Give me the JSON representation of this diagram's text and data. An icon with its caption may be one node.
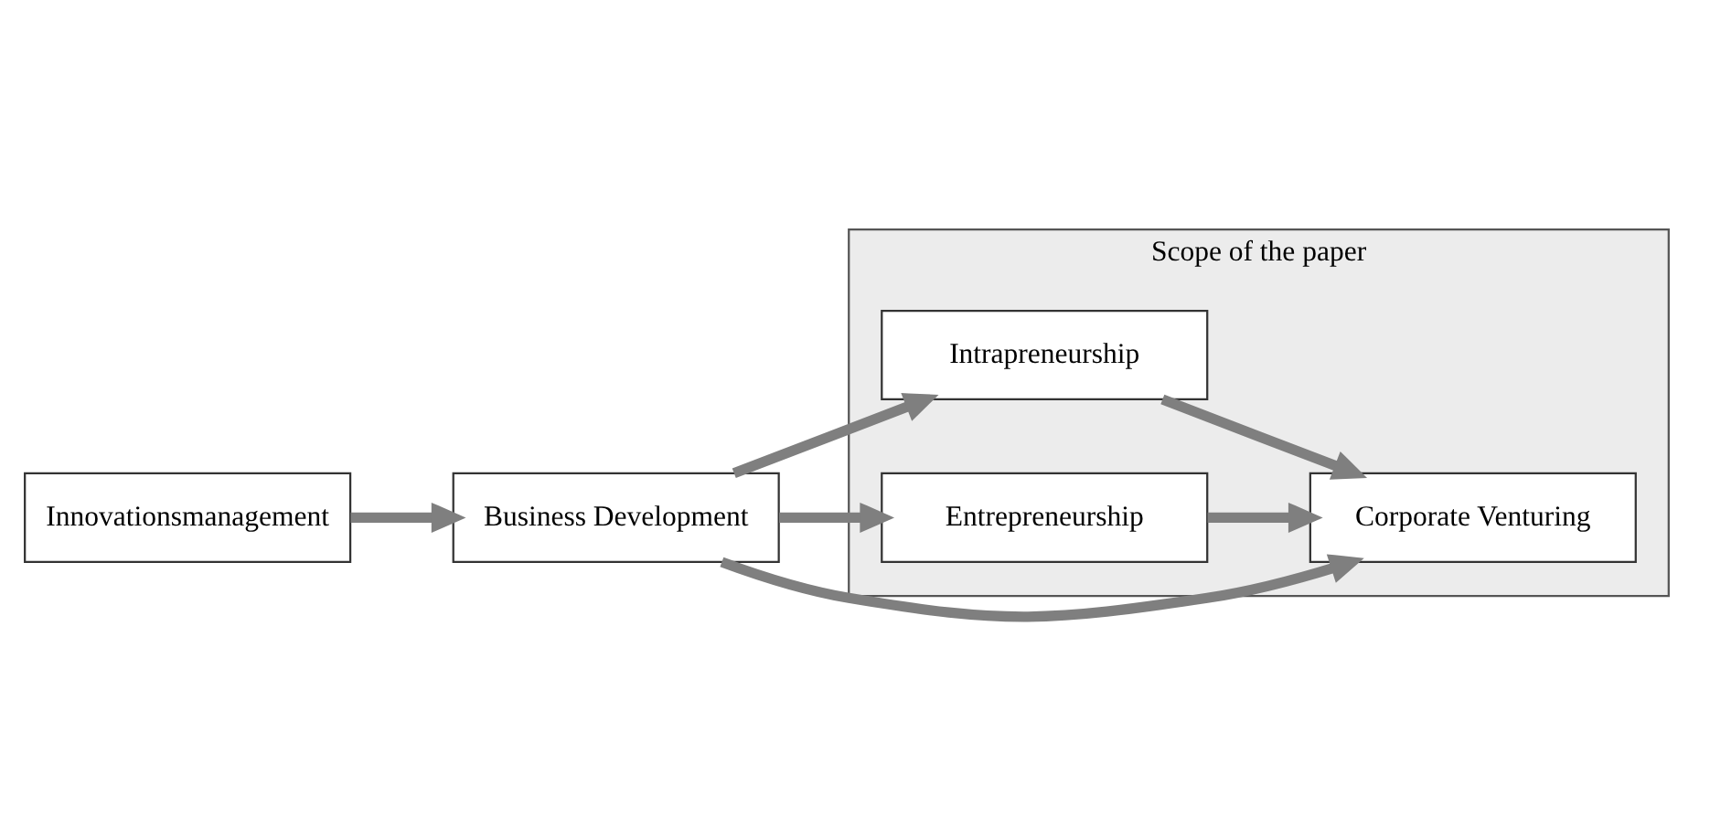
{
  "diagram": {
    "nodes": [
      {
        "text": [
          "Innovationsmanagement"
        ]
      },
      {
        "text": [
          "Scope of the paper"
        ]
      },
      {
        "text": [
          "Intrapreneurship"
        ],
        "in": 1
      },
      {
        "text": [
          "Business Development"
        ]
      },
      {
        "text": [
          "Corporate Venturing"
        ],
        "in": 1
      },
      {
        "text": [
          "Entrepreneurship"
        ],
        "in": 1
      }
    ],
    "edges": [
      {
        "from": 0,
        "to": 3,
        "arrow": "to"
      },
      {
        "from": 3,
        "to": 2,
        "arrow": "to"
      },
      {
        "from": 3,
        "to": 4,
        "arrow": "to"
      },
      {
        "from": 3,
        "to": 5,
        "arrow": "to"
      },
      {
        "from": 2,
        "to": 4,
        "arrow": "to"
      },
      {
        "from": 5,
        "to": 4,
        "arrow": "to"
      }
    ]
  }
}
